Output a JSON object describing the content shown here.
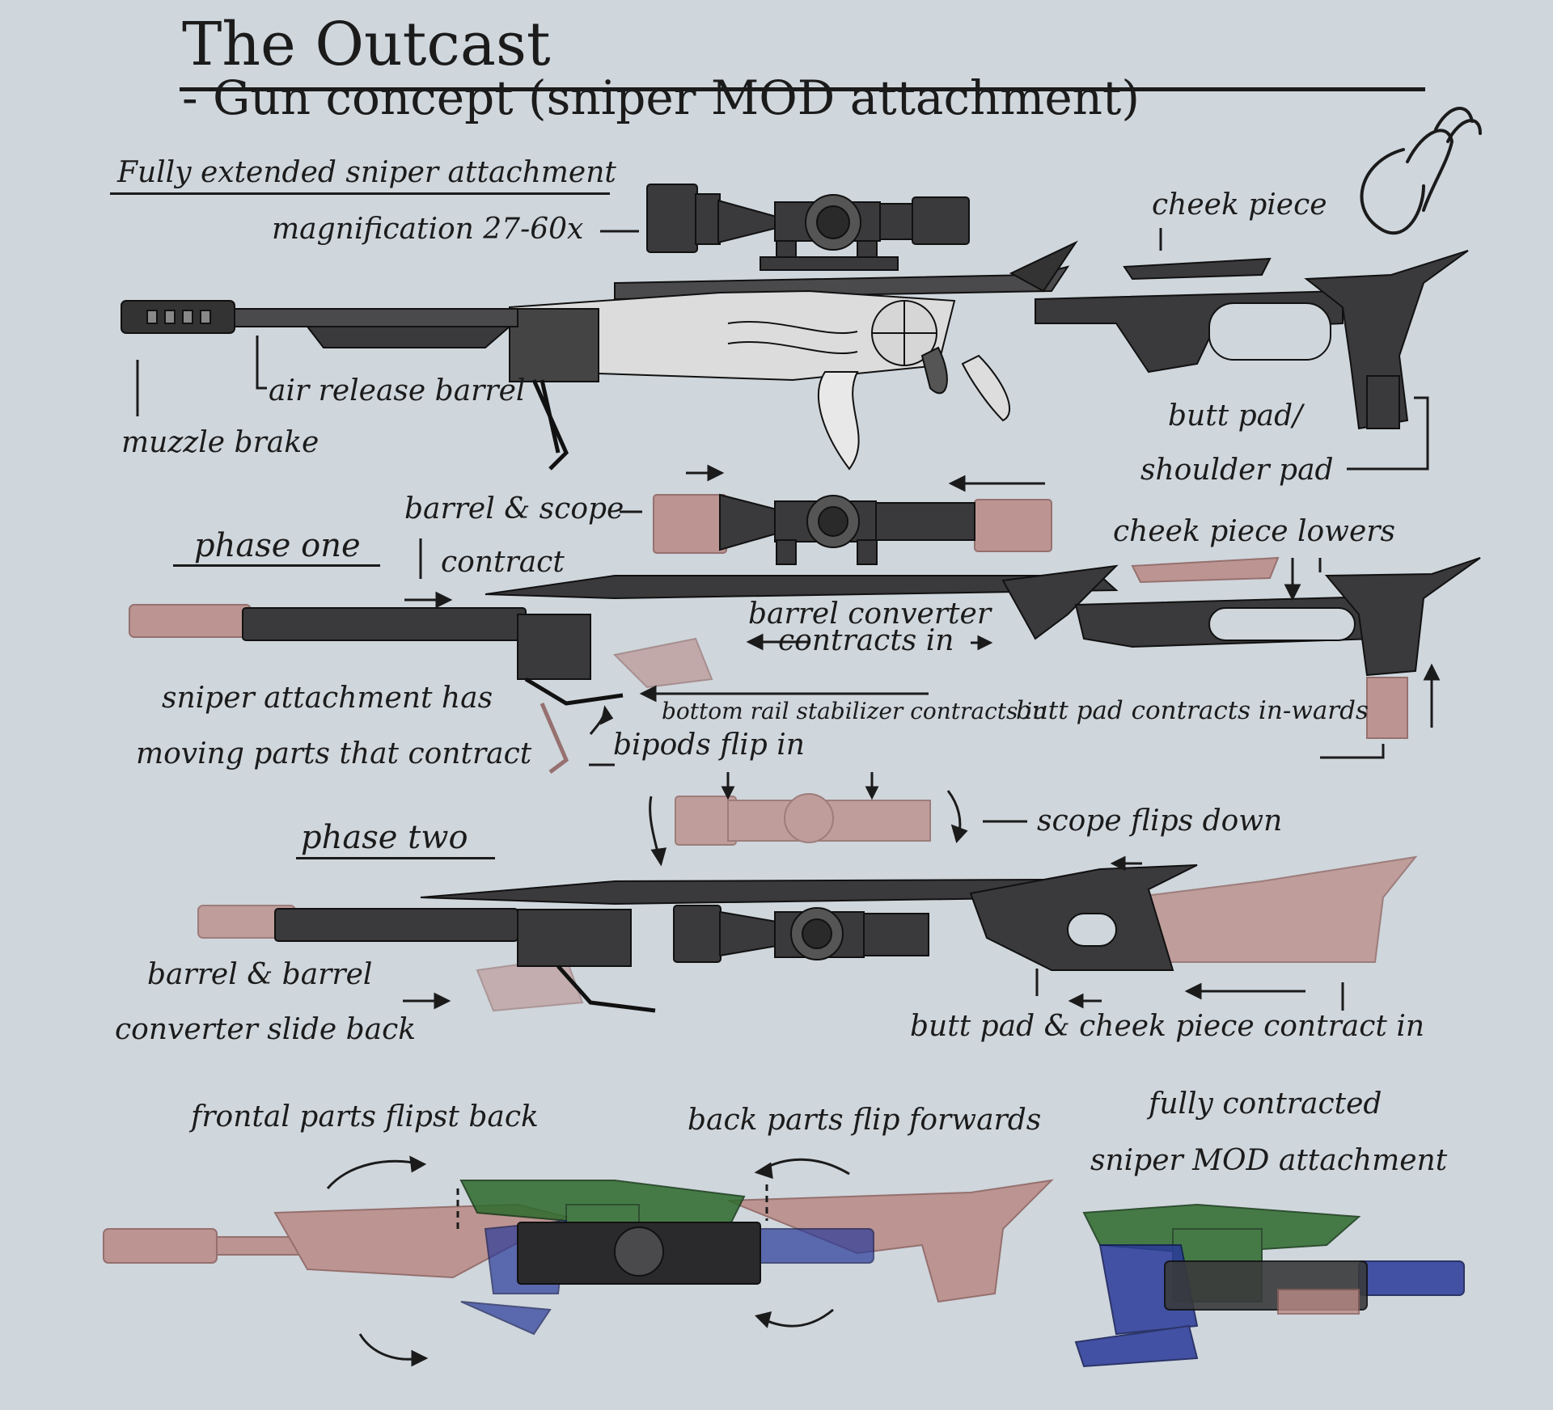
{
  "title": {
    "main": "The Outcast",
    "sub": "- Gun concept (sniper MOD attachment)"
  },
  "sections": {
    "extended": {
      "heading": "Fully extended sniper attachment",
      "labels": {
        "magnification": "magnification  27-60x",
        "cheek_piece": "cheek piece",
        "air_release_barrel": "air release barrel",
        "muzzle_brake": "muzzle brake",
        "butt_pad_1": "butt pad/",
        "butt_pad_2": "shoulder pad"
      }
    },
    "phase_one": {
      "heading": "phase one",
      "labels": {
        "barrel_scope_1": "barrel & scope",
        "barrel_scope_2": "contract",
        "cheek_lowers": "cheek piece lowers",
        "converter_1": "barrel converter",
        "converter_2": "contracts in",
        "moving_1": "sniper attachment has",
        "moving_2": "moving parts that contract",
        "rail_stabilizer": "bottom rail stabilizer contracts in",
        "butt_pad_in": "butt pad contracts in-wards",
        "bipods": "bipods flip in"
      }
    },
    "phase_two": {
      "heading": "phase two",
      "labels": {
        "scope_flips": "scope flips down",
        "slide_1": "barrel & barrel",
        "slide_2": "converter slide back",
        "butt_cheek": "butt pad & cheek piece contract in"
      }
    },
    "final": {
      "labels": {
        "frontal": "frontal parts flipst back",
        "back_parts": "back parts flip forwards",
        "contracted_1": "fully contracted",
        "contracted_2": "sniper MOD attachment"
      }
    }
  },
  "colors": {
    "background": "#cfd6dc",
    "ink": "#1b1b1b",
    "gun_dark": "#3a3a3c",
    "gun_mid": "#5a5a5c",
    "ghost_red": "#b98a86",
    "overlay_green": "#2e6b2e",
    "overlay_blue": "#2a3a9a"
  }
}
